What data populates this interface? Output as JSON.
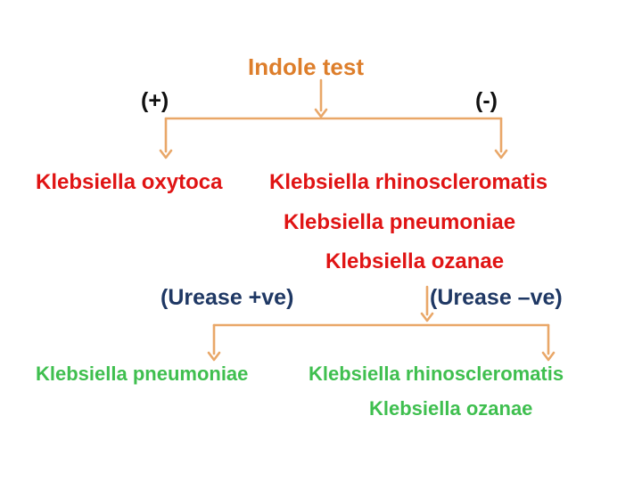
{
  "slide": {
    "title": "Indole test"
  },
  "indole_branch": {
    "positive_sign": "(+)",
    "negative_sign": "(-)",
    "positive_species": [
      "Klebsiella oxytoca"
    ],
    "negative_species": [
      "Klebsiella rhinoscleromatis",
      "Klebsiella pneumoniae",
      "Klebsiella ozanae"
    ]
  },
  "urease_branch": {
    "positive_label": "(Urease +ve)",
    "negative_label": "(Urease –ve)",
    "positive_species": [
      "Klebsiella pneumoniae"
    ],
    "negative_species": [
      "Klebsiella rhinoscleromatis",
      "Klebsiella ozanae"
    ]
  },
  "colors": {
    "title_text": "#DD7E2B",
    "sign_text": "#111111",
    "indole_species_text": "#E01414",
    "urease_label_text": "#1F3864",
    "urease_species_text": "#3FBF4F",
    "connector": "#E9A768",
    "slide_bg": "#FFFFFF"
  }
}
